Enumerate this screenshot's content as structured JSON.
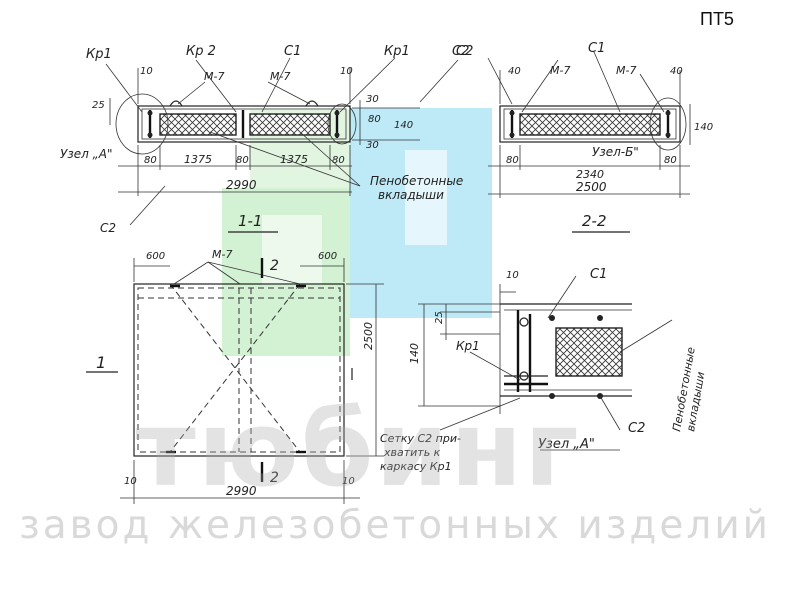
{
  "doc_code": "ПТ5",
  "watermark": {
    "brand": "тюбинг",
    "slogan": "завод железобетонных изделий",
    "colors": {
      "green": "#c4ecc4",
      "blue": "#a8e2f4",
      "gray": "#aaaaaa"
    }
  },
  "section_1_1": {
    "title": "1-1",
    "labels": {
      "kp1_left": "Кр1",
      "kp2": "Кр 2",
      "c1": "С1",
      "kp1_right": "Кр1",
      "c2_top": "С2",
      "c2_bottom": "С2",
      "m7_a": "М-7",
      "m7_b": "М-7",
      "node": "Узел „А\""
    },
    "dims": {
      "d10_left": "10",
      "d10_right": "10",
      "d25": "25",
      "d30_top": "30",
      "d80_right": "80",
      "d140": "140",
      "d30_bot": "30",
      "d80_a": "80",
      "d1375_a": "1375",
      "d80_b": "80",
      "d1375_b": "1375",
      "d80_c": "80",
      "total": "2990"
    },
    "note": [
      "Пенобетонные",
      "вкладыши"
    ]
  },
  "section_2_2": {
    "title": "2-2",
    "labels": {
      "c2": "С2",
      "c1": "С1",
      "m7_a": "М-7",
      "m7_b": "М-7",
      "node": "Узел-Б\""
    },
    "dims": {
      "d40_left": "40",
      "d40_right": "40",
      "d140": "140",
      "d80_left": "80",
      "inner": "2340",
      "d80_right": "80",
      "total": "2500"
    }
  },
  "plan_1": {
    "title": "1",
    "labels": {
      "m7": "М-7",
      "cut_top": "2",
      "cut_bottom": "2"
    },
    "dims": {
      "d600_left": "600",
      "d600_right": "600",
      "height": "2500",
      "d10_left": "10",
      "d10_right": "10",
      "width": "2990"
    }
  },
  "node_a": {
    "title": "Узел „А\"",
    "labels": {
      "c1": "С1",
      "kp1": "Кр1",
      "c2": "С2"
    },
    "dims": {
      "d10": "10",
      "d25": "25",
      "d140": "140"
    },
    "note_mesh": [
      "Сетку С2 при-",
      "хватить к",
      "каркасу Кр1"
    ],
    "note_inserts": [
      "Пенобетонные",
      "вкладыши"
    ]
  }
}
